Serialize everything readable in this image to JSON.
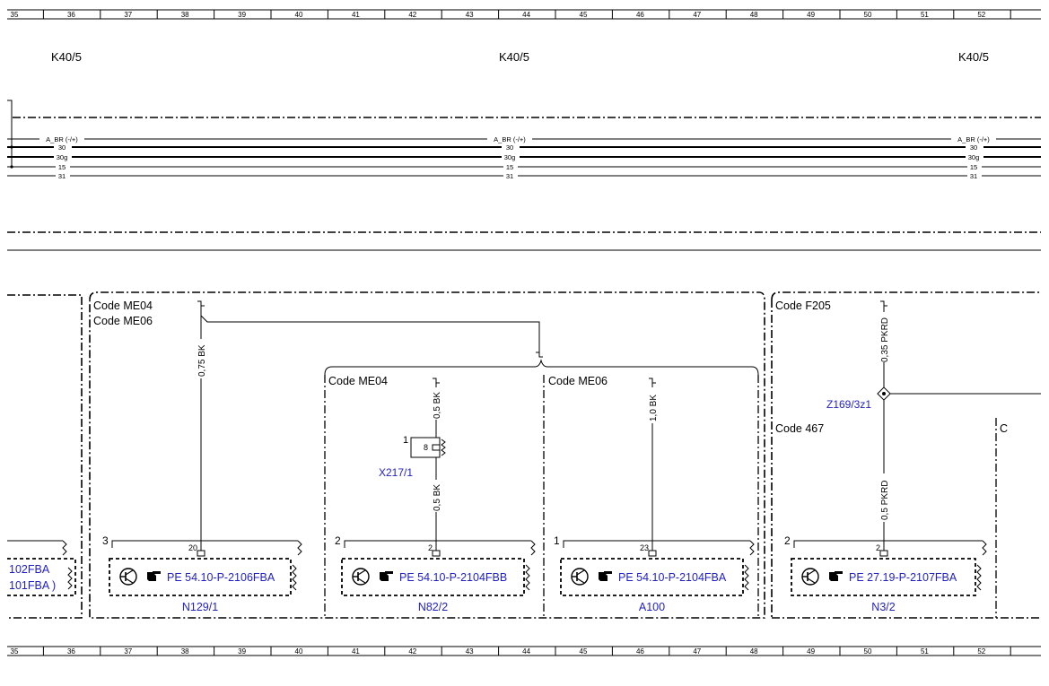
{
  "ruler": {
    "columns": [
      "35",
      "36",
      "37",
      "38",
      "39",
      "40",
      "41",
      "42",
      "43",
      "44",
      "45",
      "46",
      "47",
      "48",
      "49",
      "50",
      "51",
      "52"
    ]
  },
  "headers": [
    "K40/5",
    "K40/5",
    "K40/5"
  ],
  "bus": {
    "segments": [
      {
        "labels": [
          "A_BR (-/+)",
          "30",
          "30g",
          "15",
          "31"
        ]
      },
      {
        "labels": [
          "A_BR (-/+)",
          "30",
          "30g",
          "15",
          "31"
        ]
      },
      {
        "labels": [
          "A_BR (-/+)",
          "30",
          "30g",
          "15",
          "31"
        ]
      }
    ]
  },
  "codes": {
    "me04_left": "Code ME04",
    "me06_left": "Code ME06",
    "me04_mid": "Code ME04",
    "me06_right": "Code ME06",
    "f205": "Code F205",
    "c467": "Code 467",
    "c_edge": "C"
  },
  "wires": {
    "w1": "0,75 BK",
    "w2": "0,5 BK",
    "w3": "0,5 BK",
    "w4": "1,0 BK",
    "w5": "0,35 PKRD",
    "w6": "0,5 PKRD"
  },
  "connectors": {
    "x217": {
      "name": "X217/1",
      "pin_outer": "1",
      "pin_inner": "8"
    },
    "z169": "Z169/3z1"
  },
  "modules": [
    {
      "pos": "3",
      "pin": "20",
      "ref": "PE 54.10-P-2106FBA",
      "name": "N129/1"
    },
    {
      "pos": "2",
      "pin": "2",
      "ref": "PE 54.10-P-2104FBB",
      "name": "N82/2"
    },
    {
      "pos": "1",
      "pin": "23",
      "ref": "PE 54.10-P-2104FBA",
      "name": "A100"
    },
    {
      "pos": "2",
      "pin": "2",
      "ref": "PE 27.19-P-2107FBA",
      "name": "N3/2"
    }
  ],
  "left_partial": [
    "102FBA",
    "101FBA )"
  ],
  "icons": {
    "module": "transistor-icon",
    "ref": "pointing-hand-icon"
  }
}
